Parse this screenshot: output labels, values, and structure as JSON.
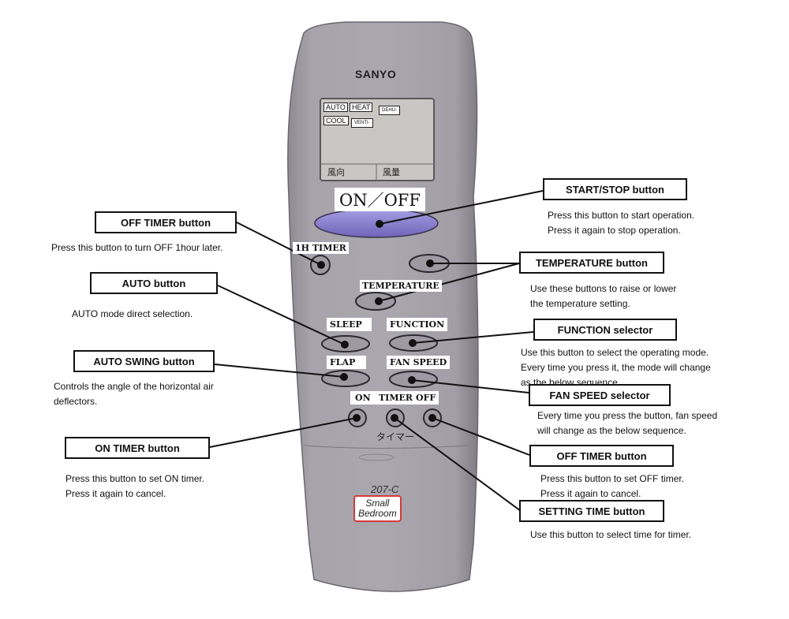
{
  "remote": {
    "brand": "SANYO",
    "lcd_modes": [
      "AUTO",
      "HEAT",
      "DEHU-",
      "COOL",
      "VENTI-"
    ],
    "lcd_bottom": [
      "風向",
      "風量"
    ],
    "onoff_label": "ON／OFF",
    "button_labels": {
      "timer_1h": "1H TIMER",
      "temperature": "TEMPERATURE",
      "sleep": "SLEEP",
      "function": "FUNCTION",
      "flap": "FLAP",
      "fan_speed": "FAN SPEED",
      "on": "ON",
      "timer": "TIMER",
      "off": "OFF"
    },
    "timer_kana": "タイマー",
    "sticker_top": "207-C",
    "sticker": [
      "Small",
      "Bedroom"
    ],
    "colors": {
      "body": "#a3a0a7",
      "power_button": "#8b7ed0",
      "sticker_border": "#d63a3a"
    }
  },
  "callouts": {
    "start_stop": {
      "title": "START/STOP button",
      "desc": [
        "Press this button to start operation.",
        "Press it again to stop operation."
      ]
    },
    "off_timer_1h": {
      "title": "OFF TIMER button",
      "desc": [
        "Press this button to turn OFF 1hour later."
      ]
    },
    "temperature": {
      "title": "TEMPERATURE button",
      "desc": [
        "Use these buttons to raise or lower",
        "the temperature setting."
      ]
    },
    "auto": {
      "title": "AUTO button",
      "desc": [
        "AUTO mode direct selection."
      ]
    },
    "function": {
      "title": "FUNCTION selector",
      "desc": [
        "Use this button to select the operating mode.",
        "Every time you press it, the mode will change",
        "as the below sequence."
      ]
    },
    "auto_swing": {
      "title": "AUTO SWING button",
      "desc": [
        "Controls the angle of the horizontal air",
        "deflectors."
      ]
    },
    "fan_speed": {
      "title": "FAN SPEED selector",
      "desc": [
        "Every time you press the button, fan speed",
        "will change as the below sequence."
      ]
    },
    "on_timer": {
      "title": "ON TIMER button",
      "desc": [
        "Press this button to set ON timer.",
        "Press it again to cancel."
      ]
    },
    "off_timer": {
      "title": "OFF TIMER button",
      "desc": [
        "Press this button to set OFF timer.",
        "Press it again to cancel."
      ]
    },
    "setting_time": {
      "title": "SETTING TIME button",
      "desc": [
        "Use this button to select time for timer."
      ]
    }
  }
}
